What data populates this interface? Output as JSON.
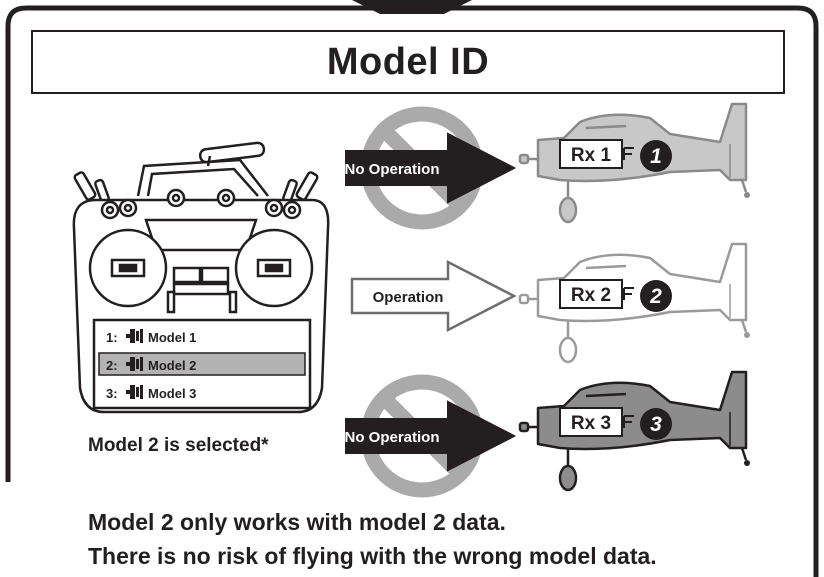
{
  "title": "Model ID",
  "transmitter": {
    "models": [
      {
        "num": "1:",
        "label": "Model 1",
        "selected": false
      },
      {
        "num": "2:",
        "label": "Model 2",
        "selected": true
      },
      {
        "num": "3:",
        "label": "Model 3",
        "selected": false
      }
    ],
    "caption": "Model 2 is selected*"
  },
  "rows": [
    {
      "arrow_label": "No Operation",
      "arrow_style": "dark",
      "prohibited": true,
      "receiver": "Rx 1",
      "badge": "1",
      "plane_fill": "#c8c8c8",
      "plane_stroke": "#8a8a8a"
    },
    {
      "arrow_label": "Operation",
      "arrow_style": "outline",
      "prohibited": false,
      "receiver": "Rx 2",
      "badge": "2",
      "plane_fill": "#ffffff",
      "plane_stroke": "#9a9a9a"
    },
    {
      "arrow_label": "No Operation",
      "arrow_style": "dark",
      "prohibited": true,
      "receiver": "Rx 3",
      "badge": "3",
      "plane_fill": "#8c8c8c",
      "plane_stroke": "#231f20"
    }
  ],
  "footer": {
    "line1": "Model 2 only works with model 2 data.",
    "line2": "There is no risk of flying with the wrong model data."
  },
  "colors": {
    "ink": "#231f20",
    "highlight": "#b3b3b3",
    "prohibit": "#aaaaaa"
  }
}
